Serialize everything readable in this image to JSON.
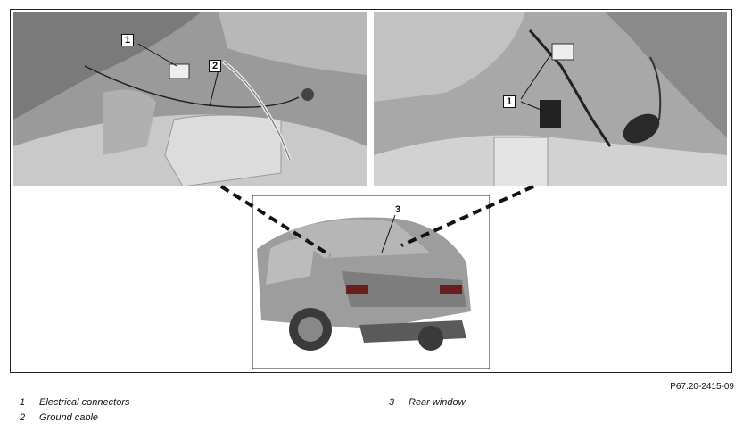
{
  "callouts": {
    "left_panel": [
      "1",
      "2"
    ],
    "right_panel": [
      "1"
    ],
    "car_panel": [
      "3"
    ]
  },
  "doc_ref": "P67.20-2415-09",
  "legend": [
    {
      "num": "1",
      "label": "Electrical connectors"
    },
    {
      "num": "2",
      "label": "Ground cable"
    },
    {
      "num": "3",
      "label": "Rear window"
    }
  ]
}
